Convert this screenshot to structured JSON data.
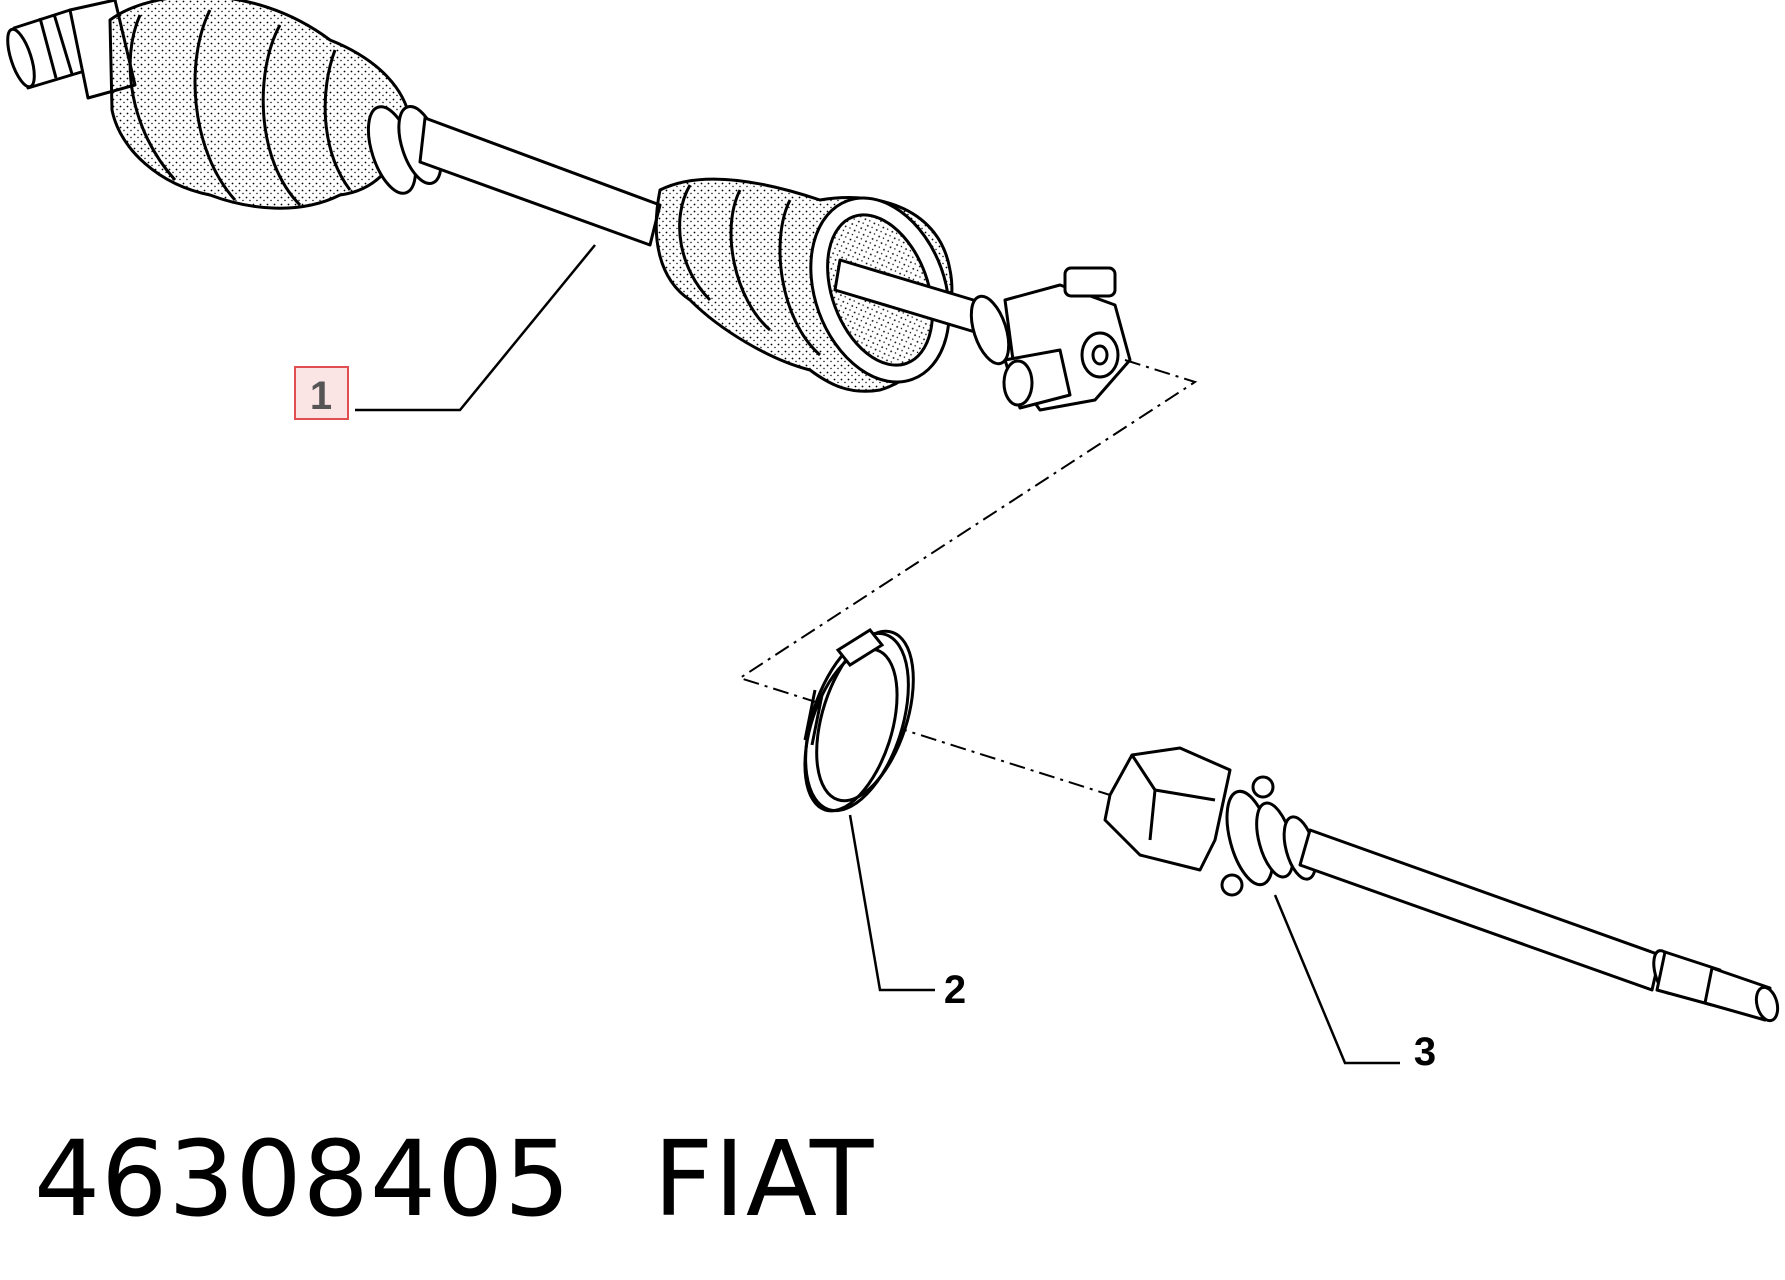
{
  "callouts": [
    {
      "number": "1",
      "highlighted": true
    },
    {
      "number": "2",
      "highlighted": false
    },
    {
      "number": "3",
      "highlighted": false
    }
  ],
  "footer": {
    "part_number": "46308405",
    "brand": "FIAT"
  },
  "colors": {
    "line": "#000000",
    "highlight_fill": "#fbe4e4",
    "highlight_border": "#e05050"
  }
}
